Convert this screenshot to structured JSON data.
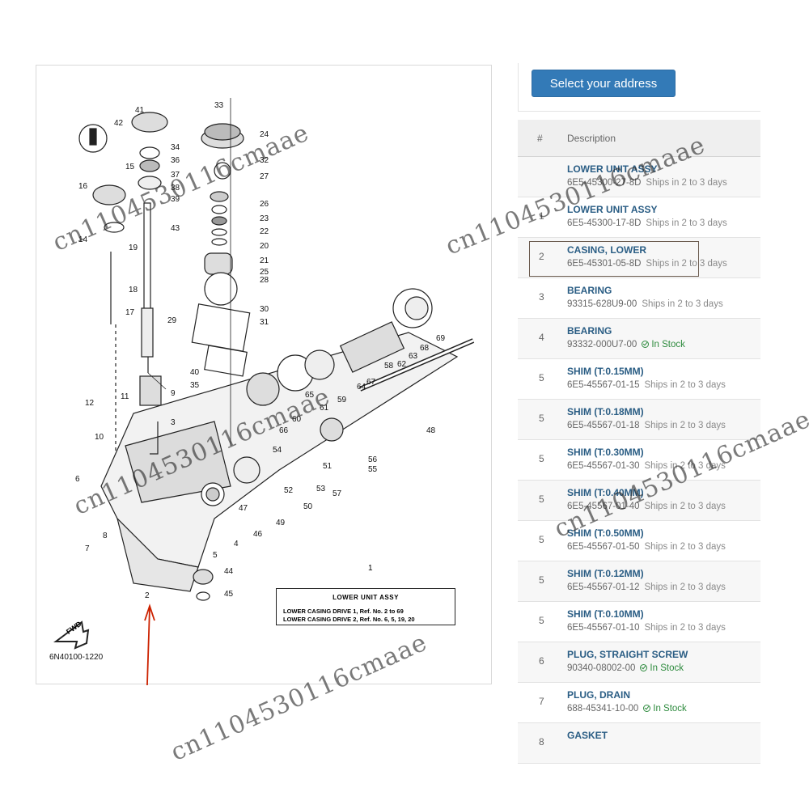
{
  "diagram": {
    "code": "6N40100-1220",
    "assy_ref_number": "1",
    "assy_title": "LOWER  UNIT  ASSY",
    "assy_line1": "LOWER CASING DRIVE 1,  Ref. No. 2 to 69",
    "assy_line2": "LOWER CASING DRIVE 2,  Ref. No. 6, 5, 19, 20",
    "fwd_label": "FWD",
    "part_labels": [
      "41",
      "42",
      "34",
      "36",
      "37",
      "38",
      "39",
      "15",
      "16",
      "14",
      "19",
      "43",
      "18",
      "17",
      "29",
      "33",
      "24",
      "32",
      "27",
      "28",
      "25",
      "30",
      "31",
      "40",
      "35",
      "9",
      "3",
      "12",
      "11",
      "10",
      "6",
      "7",
      "8",
      "2",
      "44",
      "45",
      "5",
      "4",
      "47",
      "46",
      "49",
      "50",
      "52",
      "53",
      "54",
      "55",
      "56",
      "57",
      "51",
      "48",
      "66",
      "60",
      "61",
      "65",
      "59",
      "67",
      "58",
      "62",
      "63",
      "68",
      "69",
      "64",
      "26",
      "22",
      "23",
      "21",
      "20"
    ],
    "accent_color": "#cc2200"
  },
  "address_button": {
    "label": "Select your address",
    "color": "#337ab7"
  },
  "table": {
    "headers": {
      "num": "#",
      "desc": "Description"
    },
    "rows": [
      {
        "num": "",
        "name": "LOWER UNIT ASSY",
        "part": "6E5-45300-27-8D",
        "status": "Ships in 2 to 3 days",
        "in_stock": false
      },
      {
        "num": "1",
        "name": "LOWER UNIT ASSY",
        "part": "6E5-45300-17-8D",
        "status": "Ships in 2 to 3 days",
        "in_stock": false
      },
      {
        "num": "2",
        "name": "CASING, LOWER",
        "part": "6E5-45301-05-8D",
        "status": "Ships in 2 to 3 days",
        "in_stock": false
      },
      {
        "num": "3",
        "name": "BEARING",
        "part": "93315-628U9-00",
        "status": "Ships in 2 to 3 days",
        "in_stock": false
      },
      {
        "num": "4",
        "name": "BEARING",
        "part": "93332-000U7-00",
        "status": "In Stock",
        "in_stock": true
      },
      {
        "num": "5",
        "name": "SHIM (T:0.15MM)",
        "part": "6E5-45567-01-15",
        "status": "Ships in 2 to 3 days",
        "in_stock": false
      },
      {
        "num": "5",
        "name": "SHIM (T:0.18MM)",
        "part": "6E5-45567-01-18",
        "status": "Ships in 2 to 3 days",
        "in_stock": false
      },
      {
        "num": "5",
        "name": "SHIM (T:0.30MM)",
        "part": "6E5-45567-01-30",
        "status": "Ships in 2 to 3 days",
        "in_stock": false
      },
      {
        "num": "5",
        "name": "SHIM (T:0.40MM)",
        "part": "6E5-45567-01-40",
        "status": "Ships in 2 to 3 days",
        "in_stock": false
      },
      {
        "num": "5",
        "name": "SHIM (T:0.50MM)",
        "part": "6E5-45567-01-50",
        "status": "Ships in 2 to 3 days",
        "in_stock": false
      },
      {
        "num": "5",
        "name": "SHIM (T:0.12MM)",
        "part": "6E5-45567-01-12",
        "status": "Ships in 2 to 3 days",
        "in_stock": false
      },
      {
        "num": "5",
        "name": "SHIM (T:0.10MM)",
        "part": "6E5-45567-01-10",
        "status": "Ships in 2 to 3 days",
        "in_stock": false
      },
      {
        "num": "6",
        "name": "PLUG, STRAIGHT SCREW",
        "part": "90340-08002-00",
        "status": "In Stock",
        "in_stock": true
      },
      {
        "num": "7",
        "name": "PLUG, DRAIN",
        "part": "688-45341-10-00",
        "status": "In Stock",
        "in_stock": true
      },
      {
        "num": "8",
        "name": "GASKET",
        "part": "",
        "status": "",
        "in_stock": false
      }
    ]
  },
  "watermark": {
    "text": "cn1104530116cmaae"
  }
}
